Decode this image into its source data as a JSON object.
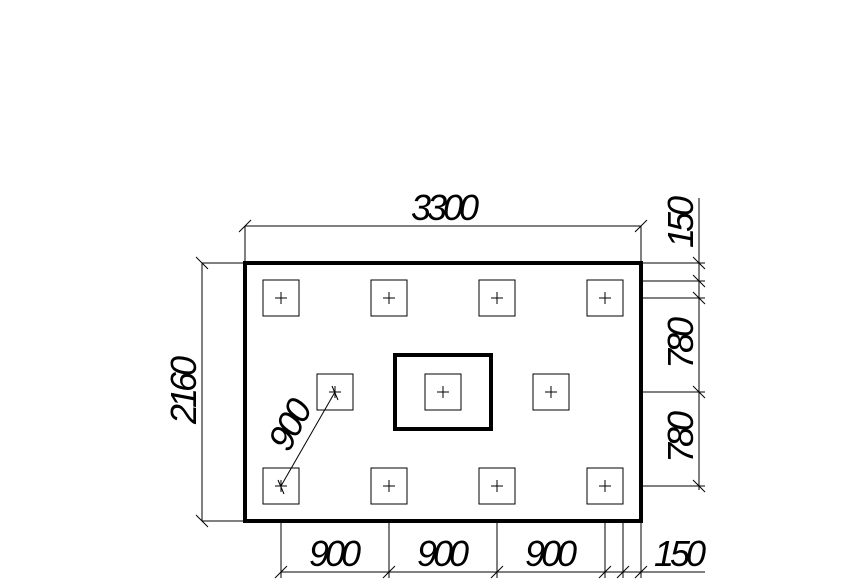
{
  "drawing": {
    "dimensions": {
      "overall_width": "3300",
      "overall_height": "2160",
      "diagonal_spacing": "900",
      "bottom": [
        "900",
        "900",
        "900",
        "150"
      ],
      "right": [
        "150",
        "780",
        "780"
      ]
    },
    "pile_count": 11
  }
}
